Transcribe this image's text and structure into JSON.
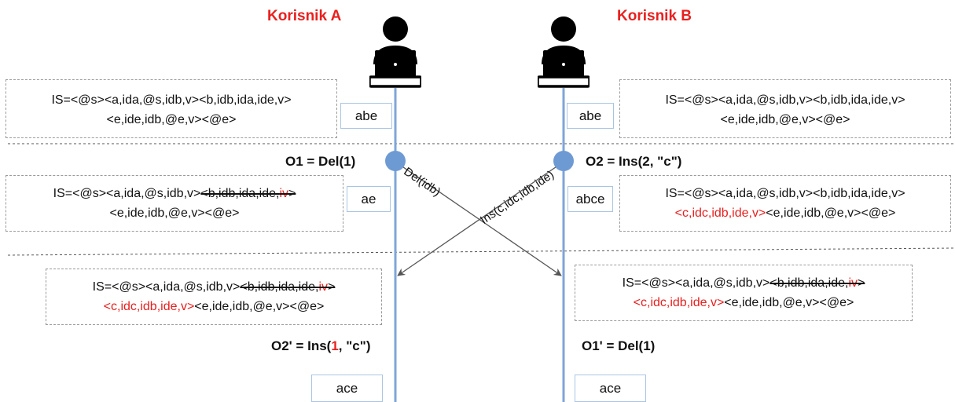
{
  "users": {
    "a": {
      "title": "Korisnik A"
    },
    "b": {
      "title": "Korisnik B"
    }
  },
  "edge_labels": {
    "del": "Del(idb)",
    "ins": "Ins(c,idc,idb,ide)"
  },
  "ops": {
    "o1": "O1 = Del(1)",
    "o2": "O2 = Ins(2, \"c\")",
    "o2p_prefix": "O2' = Ins(",
    "o2p_highlight": "1",
    "o2p_suffix": ", \"c\")",
    "o1p": "O1' = Del(1)"
  },
  "states": {
    "a0": "abe",
    "b0": "abe",
    "a1": "ae",
    "b1": "abce",
    "a2": "ace",
    "b2": "ace"
  },
  "is": {
    "a0": {
      "line1": "IS=<@s><a,ida,@s,idb,v><b,idb,ida,ide,v>",
      "line2": "<e,ide,idb,@e,v><@e>"
    },
    "b0": {
      "line1": "IS=<@s><a,ida,@s,idb,v><b,idb,ida,ide,v>",
      "line2": "<e,ide,idb,@e,v><@e>"
    },
    "a1": {
      "prefix": "IS=<@s><a,ida,@s,idb,v>",
      "struck": "<b,idb,ida,ide,",
      "struck_red": "iv",
      "struck_end": ">",
      "line2": "<e,ide,idb,@e,v><@e>"
    },
    "b1": {
      "line1": "IS=<@s><a,ida,@s,idb,v><b,idb,ida,ide,v>",
      "line2_red": "<c,idc,idb,ide,v>",
      "line2": "<e,ide,idb,@e,v><@e>"
    },
    "a2": {
      "prefix": "IS=<@s><a,ida,@s,idb,v>",
      "struck": "<b,idb,ida,ide,",
      "struck_red": "iv",
      "struck_end": ">",
      "line2_red": "<c,idc,idb,ide,v>",
      "line2": "<e,ide,idb,@e,v><@e>"
    },
    "b2": {
      "prefix": "IS=<@s><a,ida,@s,idb,v>",
      "struck": "<b,idb,ida,ide,",
      "struck_red": "iv",
      "struck_end": ">",
      "line2_red": "<c,idc,idb,ide,v>",
      "line2": "<e,ide,idb,@e,v><@e>"
    }
  },
  "colors": {
    "timeline": "#7fa6d8",
    "node": "#6e9ad4",
    "highlight": "#e8201f"
  },
  "icons": {
    "user": "user-at-laptop-icon"
  }
}
